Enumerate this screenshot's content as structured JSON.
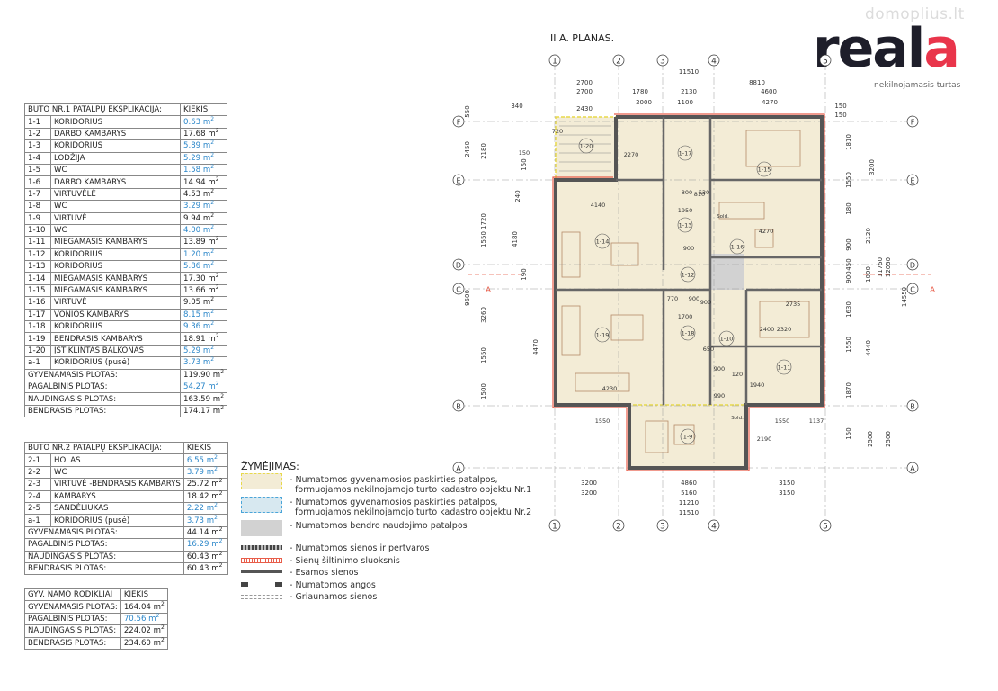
{
  "watermark": "domoplius.lt",
  "plan_title": "II A. PLANAS.",
  "logo": {
    "text_dark": "real",
    "text_accent": "a",
    "subtitle": "nekilnojamasis turtas",
    "accent_color": "#e9354b"
  },
  "table1": {
    "header": [
      "BUTO NR.1 PATALPŲ EKSPLIKACIJA:",
      "KIEKIS"
    ],
    "rows": [
      [
        "1-1",
        "KORIDORIUS",
        "0.63 m",
        "blue"
      ],
      [
        "1-2",
        "DARBO KAMBARYS",
        "17.68 m",
        ""
      ],
      [
        "1-3",
        "KORIDORIUS",
        "5.89 m",
        "blue"
      ],
      [
        "1-4",
        "LODŽIJA",
        "5.29 m",
        "blue"
      ],
      [
        "1-5",
        "WC",
        "1.58 m",
        "blue"
      ],
      [
        "1-6",
        "DARBO KAMBARYS",
        "14.94 m",
        ""
      ],
      [
        "1-7",
        "VIRTUVĖLĖ",
        "4.53 m",
        ""
      ],
      [
        "1-8",
        "WC",
        "3.29 m",
        "blue"
      ],
      [
        "1-9",
        "VIRTUVĖ",
        "9.94 m",
        ""
      ],
      [
        "1-10",
        "WC",
        "4.00 m",
        "blue"
      ],
      [
        "1-11",
        "MIEGAMASIS KAMBARYS",
        "13.89 m",
        ""
      ],
      [
        "1-12",
        "KORIDORIUS",
        "1.20 m",
        "blue"
      ],
      [
        "1-13",
        "KORIDORIUS",
        "5.86 m",
        "blue"
      ],
      [
        "1-14",
        "MIEGAMASIS KAMBARYS",
        "17.30 m",
        ""
      ],
      [
        "1-15",
        "MIEGAMASIS KAMBARYS",
        "13.66 m",
        ""
      ],
      [
        "1-16",
        "VIRTUVĖ",
        "9.05 m",
        ""
      ],
      [
        "1-17",
        "VONIOS KAMBARYS",
        "8.15 m",
        "blue"
      ],
      [
        "1-18",
        "KORIDORIUS",
        "9.36 m",
        "blue"
      ],
      [
        "1-19",
        "BENDRASIS KAMBARYS",
        "18.91 m",
        ""
      ],
      [
        "1-20",
        "ĮSTIKLINTAS BALKONAS",
        "5.29 m",
        "blue"
      ],
      [
        "a-1",
        "KORIDORIUS (pusė)",
        "3.73 m",
        "blue"
      ]
    ],
    "totals": [
      [
        "GYVENAMASIS PLOTAS:",
        "119.90 m",
        ""
      ],
      [
        "PAGALBINIS PLOTAS:",
        "54.27 m",
        "blue"
      ],
      [
        "NAUDINGASIS PLOTAS:",
        "163.59 m",
        ""
      ],
      [
        "BENDRASIS PLOTAS:",
        "174.17 m",
        ""
      ]
    ]
  },
  "table2": {
    "header": [
      "BUTO NR.2 PATALPŲ EKSPLIKACIJA:",
      "KIEKIS"
    ],
    "rows": [
      [
        "2-1",
        "HOLAS",
        "6.55 m",
        "blue"
      ],
      [
        "2-2",
        "WC",
        "3.79 m",
        "blue"
      ],
      [
        "2-3",
        "VIRTUVĖ -BENDRASIS KAMBARYS",
        "25.72 m",
        ""
      ],
      [
        "2-4",
        "KAMBARYS",
        "18.42 m",
        ""
      ],
      [
        "2-5",
        "SANDĖLIUKAS",
        "2.22 m",
        "blue"
      ],
      [
        "a-1",
        "KORIDORIUS (pusė)",
        "3.73 m",
        "blue"
      ]
    ],
    "totals": [
      [
        "GYVENAMASIS PLOTAS:",
        "44.14 m",
        ""
      ],
      [
        "PAGALBINIS PLOTAS:",
        "16.29 m",
        "blue"
      ],
      [
        "NAUDINGASIS PLOTAS:",
        "60.43 m",
        ""
      ],
      [
        "BENDRASIS PLOTAS:",
        "60.43 m",
        ""
      ]
    ]
  },
  "table3": {
    "header": [
      "GYV. NAMO RODIKLIAI",
      "KIEKIS"
    ],
    "totals": [
      [
        "GYVENAMASIS PLOTAS:",
        "164.04 m",
        ""
      ],
      [
        "PAGALBINIS PLOTAS:",
        "70.56 m",
        "blue"
      ],
      [
        "NAUDINGASIS PLOTAS:",
        "224.02 m",
        ""
      ],
      [
        "BENDRASIS PLOTAS:",
        "234.60 m",
        ""
      ]
    ]
  },
  "sup": "2",
  "legend": {
    "title": "ŽYMĖJIMAS:",
    "items": [
      {
        "text1": "- Numatomos gyvenamosios paskirties patalpos,",
        "text2": "formuojamos nekilnojamojo turto kadastro objektu Nr.1"
      },
      {
        "text1": "- Numatomos gyvenamosios paskirties patalpos,",
        "text2": "formuojamos nekilnojamojo turto kadastro objektu Nr.2"
      },
      {
        "text1": "- Numatomos bendro naudojimo patalpos",
        "text2": ""
      },
      {
        "text1": "- Numatomos sienos ir pertvaros",
        "text2": ""
      },
      {
        "text1": "- Sienų šiltinimo sluoksnis",
        "text2": ""
      },
      {
        "text1": "- Esamos sienos",
        "text2": ""
      },
      {
        "text1": "- Numatomos angos",
        "text2": ""
      },
      {
        "text1": "- Griaunamos sienos",
        "text2": ""
      }
    ]
  },
  "plan": {
    "axes_v": [
      "1",
      "2",
      "3",
      "4",
      "5"
    ],
    "axes_h": [
      "F",
      "E",
      "D",
      "C",
      "B",
      "A"
    ],
    "section_mark": "A",
    "dims_top": [
      "11510",
      "2700",
      "8810",
      "2700",
      "1780",
      "2130",
      "4600",
      "2430",
      "2000",
      "1100",
      "4270",
      "340",
      "150",
      "150"
    ],
    "dims_bottom": [
      "3200",
      "4860",
      "3150",
      "3200",
      "5160",
      "3150",
      "11210",
      "11510"
    ],
    "dims_left": [
      "550",
      "2450",
      "2180",
      "150",
      "1720",
      "240",
      "4180",
      "1550",
      "190",
      "9600",
      "3260",
      "4470",
      "1550",
      "1500"
    ],
    "dims_right": [
      "1810",
      "3200",
      "1550",
      "180",
      "2120",
      "900",
      "450",
      "11750",
      "12050",
      "14550",
      "900",
      "1000",
      "1630",
      "1550",
      "4440",
      "1870",
      "150",
      "2500",
      "2500"
    ],
    "dims_inner": [
      "4140",
      "1950",
      "800",
      "630",
      "810",
      "4270",
      "900",
      "900",
      "770",
      "900",
      "1700",
      "2735",
      "2400",
      "2320",
      "650",
      "900",
      "120",
      "1940",
      "990",
      "4230",
      "1550",
      "1550",
      "1137",
      "2190",
      "2270",
      "150",
      "720"
    ],
    "rooms": [
      "1-20",
      "1-17",
      "1-15",
      "1-14",
      "1-13",
      "1-16",
      "1-12",
      "1-19",
      "1-18",
      "1-10",
      "1-11",
      "1-9"
    ],
    "sold_label": "Sold."
  },
  "colors": {
    "apt1_fill": "#f3ecd6",
    "apt2_fill": "#d7e8f0",
    "common_fill": "#d2d2d2",
    "insulation": "#e85d4a",
    "wall": "#555555",
    "dash": "#e8d94a"
  }
}
